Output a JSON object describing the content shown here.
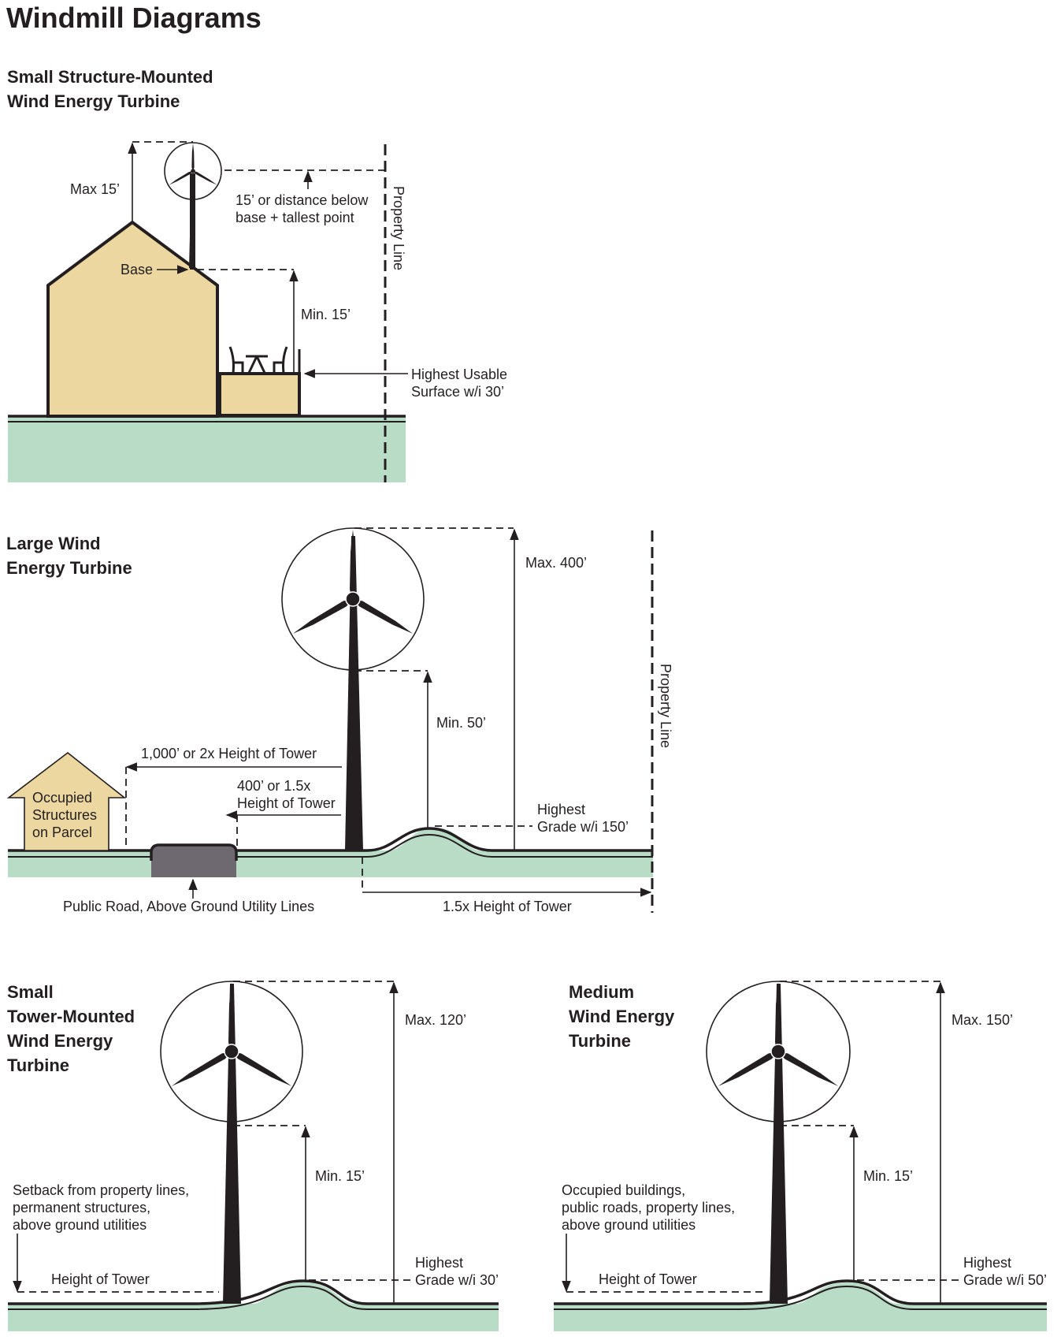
{
  "page": {
    "title": "Windmill Diagrams"
  },
  "colors": {
    "ground": "#b9dcc6",
    "building": "#ecd7a0",
    "road": "#6e6870",
    "ink": "#231f20"
  },
  "sections": {
    "small_structure": {
      "heading": "Small Structure-Mounted\nWind Energy Turbine",
      "max_label": "Max 15’",
      "clearance_label_1": "15’ or distance below",
      "clearance_label_2": "base + tallest point",
      "base_label": "Base",
      "min_label": "Min. 15’",
      "surface_label_1": "Highest Usable",
      "surface_label_2": "Surface w/i 30’",
      "property_line_label": "Property Line"
    },
    "large": {
      "heading": "Large Wind\nEnergy Turbine",
      "max_label": "Max. 400’",
      "min_label": "Min. 50’",
      "setback_occupied_label": "1,000’ or 2x Height of Tower",
      "setback_road_label_1": "400’ or 1.5x",
      "setback_road_label_2": "Height of Tower",
      "occupied_label_1": "Occupied",
      "occupied_label_2": "Structures",
      "occupied_label_3": "on Parcel",
      "grade_label_1": "Highest",
      "grade_label_2": "Grade w/i 150’",
      "road_label": "Public Road, Above Ground Utility Lines",
      "property_setback_label": "1.5x Height of Tower",
      "property_line_label": "Property Line"
    },
    "small_tower": {
      "heading": "Small\nTower-Mounted\nWind Energy\nTurbine",
      "max_label": "Max. 120’",
      "min_label": "Min. 15’",
      "setback_label_1": "Setback from property lines,",
      "setback_label_2": "permanent structures,",
      "setback_label_3": "above ground utilities",
      "height_label": "Height of Tower",
      "grade_label_1": "Highest",
      "grade_label_2": "Grade w/i 30’"
    },
    "medium": {
      "heading": "Medium\nWind Energy\nTurbine",
      "max_label": "Max. 150’",
      "min_label": "Min. 15’",
      "setback_label_1": "Occupied buildings,",
      "setback_label_2": "public roads, property lines,",
      "setback_label_3": "above ground utilities",
      "height_label": "Height of Tower",
      "grade_label_1": "Highest",
      "grade_label_2": "Grade w/i 50’"
    }
  }
}
